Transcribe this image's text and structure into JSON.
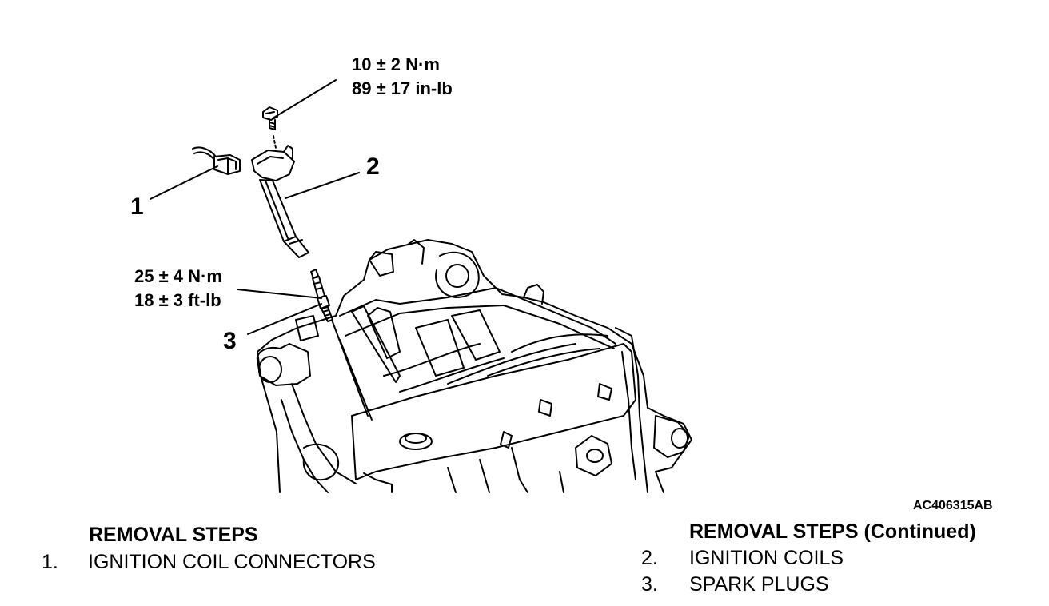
{
  "diagram": {
    "torque_top": {
      "line1": "10 ± 2 N·m",
      "line2": "89 ± 17 in-lb"
    },
    "torque_plug": {
      "line1": "25 ± 4 N·m",
      "line2": "18 ± 3 ft-lb"
    },
    "callouts": [
      "1",
      "2",
      "3"
    ],
    "figure_id": "AC406315AB"
  },
  "removal_steps": {
    "heading": "REMOVAL STEPS",
    "heading_continued": "REMOVAL STEPS (Continued)",
    "items": [
      {
        "number": "1.",
        "text": "IGNITION COIL CONNECTORS"
      },
      {
        "number": "2.",
        "text": "IGNITION COILS"
      },
      {
        "number": "3.",
        "text": "SPARK PLUGS"
      }
    ]
  }
}
